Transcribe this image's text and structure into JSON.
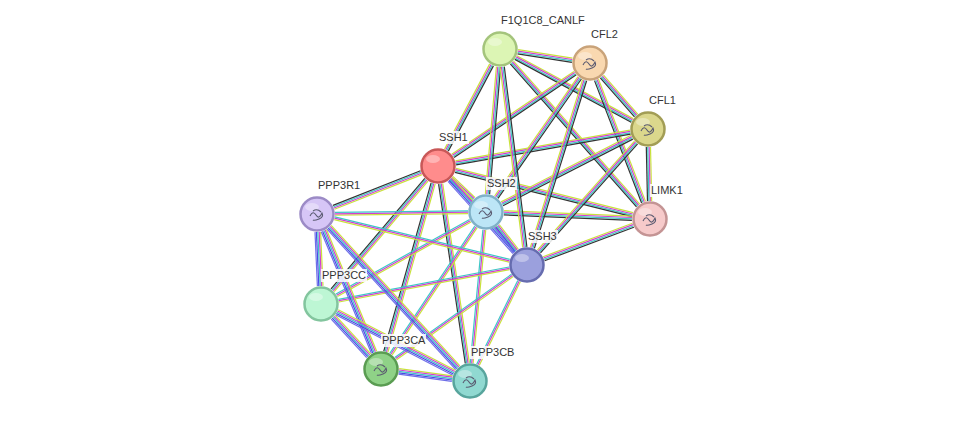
{
  "diagram": {
    "nodes": [
      {
        "text": [
          "F1Q1C8_CANLF"
        ]
      },
      {
        "text": [
          "CFL2"
        ]
      },
      {
        "text": [
          "CFL1"
        ]
      },
      {
        "text": [
          "SSH1"
        ]
      },
      {
        "text": [
          "PPP3R1"
        ]
      },
      {
        "text": [
          "SSH2"
        ]
      },
      {
        "text": [
          "LIMK1"
        ]
      },
      {
        "text": [
          "SSH3"
        ]
      },
      {
        "text": [
          "PPP3CC"
        ]
      },
      {
        "text": [
          "PPP3CA"
        ]
      },
      {
        "text": [
          "PPP3CB"
        ]
      }
    ],
    "edges": [
      {
        "from": 0,
        "to": 1,
        "arrow": "none"
      },
      {
        "from": 0,
        "to": 2,
        "arrow": "none"
      },
      {
        "from": 0,
        "to": 6,
        "arrow": "none"
      },
      {
        "from": 1,
        "to": 2,
        "arrow": "none"
      },
      {
        "from": 1,
        "to": 6,
        "arrow": "none"
      },
      {
        "from": 2,
        "to": 6,
        "arrow": "none"
      },
      {
        "from": 3,
        "to": 5,
        "arrow": "none"
      },
      {
        "from": 3,
        "to": 7,
        "arrow": "none"
      },
      {
        "from": 5,
        "to": 7,
        "arrow": "none"
      },
      {
        "from": 3,
        "to": 0,
        "arrow": "none"
      },
      {
        "from": 3,
        "to": 1,
        "arrow": "none"
      },
      {
        "from": 3,
        "to": 2,
        "arrow": "none"
      },
      {
        "from": 3,
        "to": 6,
        "arrow": "none"
      },
      {
        "from": 3,
        "to": 4,
        "arrow": "none"
      },
      {
        "from": 3,
        "to": 8,
        "arrow": "none"
      },
      {
        "from": 3,
        "to": 9,
        "arrow": "none"
      },
      {
        "from": 3,
        "to": 10,
        "arrow": "none"
      },
      {
        "from": 5,
        "to": 0,
        "arrow": "none"
      },
      {
        "from": 5,
        "to": 1,
        "arrow": "none"
      },
      {
        "from": 5,
        "to": 2,
        "arrow": "none"
      },
      {
        "from": 5,
        "to": 6,
        "arrow": "none"
      },
      {
        "from": 5,
        "to": 4,
        "arrow": "none"
      },
      {
        "from": 5,
        "to": 8,
        "arrow": "none"
      },
      {
        "from": 5,
        "to": 9,
        "arrow": "none"
      },
      {
        "from": 5,
        "to": 10,
        "arrow": "none"
      },
      {
        "from": 7,
        "to": 0,
        "arrow": "none"
      },
      {
        "from": 7,
        "to": 1,
        "arrow": "none"
      },
      {
        "from": 7,
        "to": 2,
        "arrow": "none"
      },
      {
        "from": 7,
        "to": 6,
        "arrow": "none"
      },
      {
        "from": 7,
        "to": 4,
        "arrow": "none"
      },
      {
        "from": 7,
        "to": 8,
        "arrow": "none"
      },
      {
        "from": 7,
        "to": 9,
        "arrow": "none"
      },
      {
        "from": 7,
        "to": 10,
        "arrow": "none"
      },
      {
        "from": 4,
        "to": 8,
        "arrow": "none"
      },
      {
        "from": 4,
        "to": 9,
        "arrow": "none"
      },
      {
        "from": 4,
        "to": 10,
        "arrow": "none"
      },
      {
        "from": 8,
        "to": 9,
        "arrow": "none"
      },
      {
        "from": 8,
        "to": 10,
        "arrow": "none"
      },
      {
        "from": 9,
        "to": 10,
        "arrow": "none"
      }
    ]
  }
}
